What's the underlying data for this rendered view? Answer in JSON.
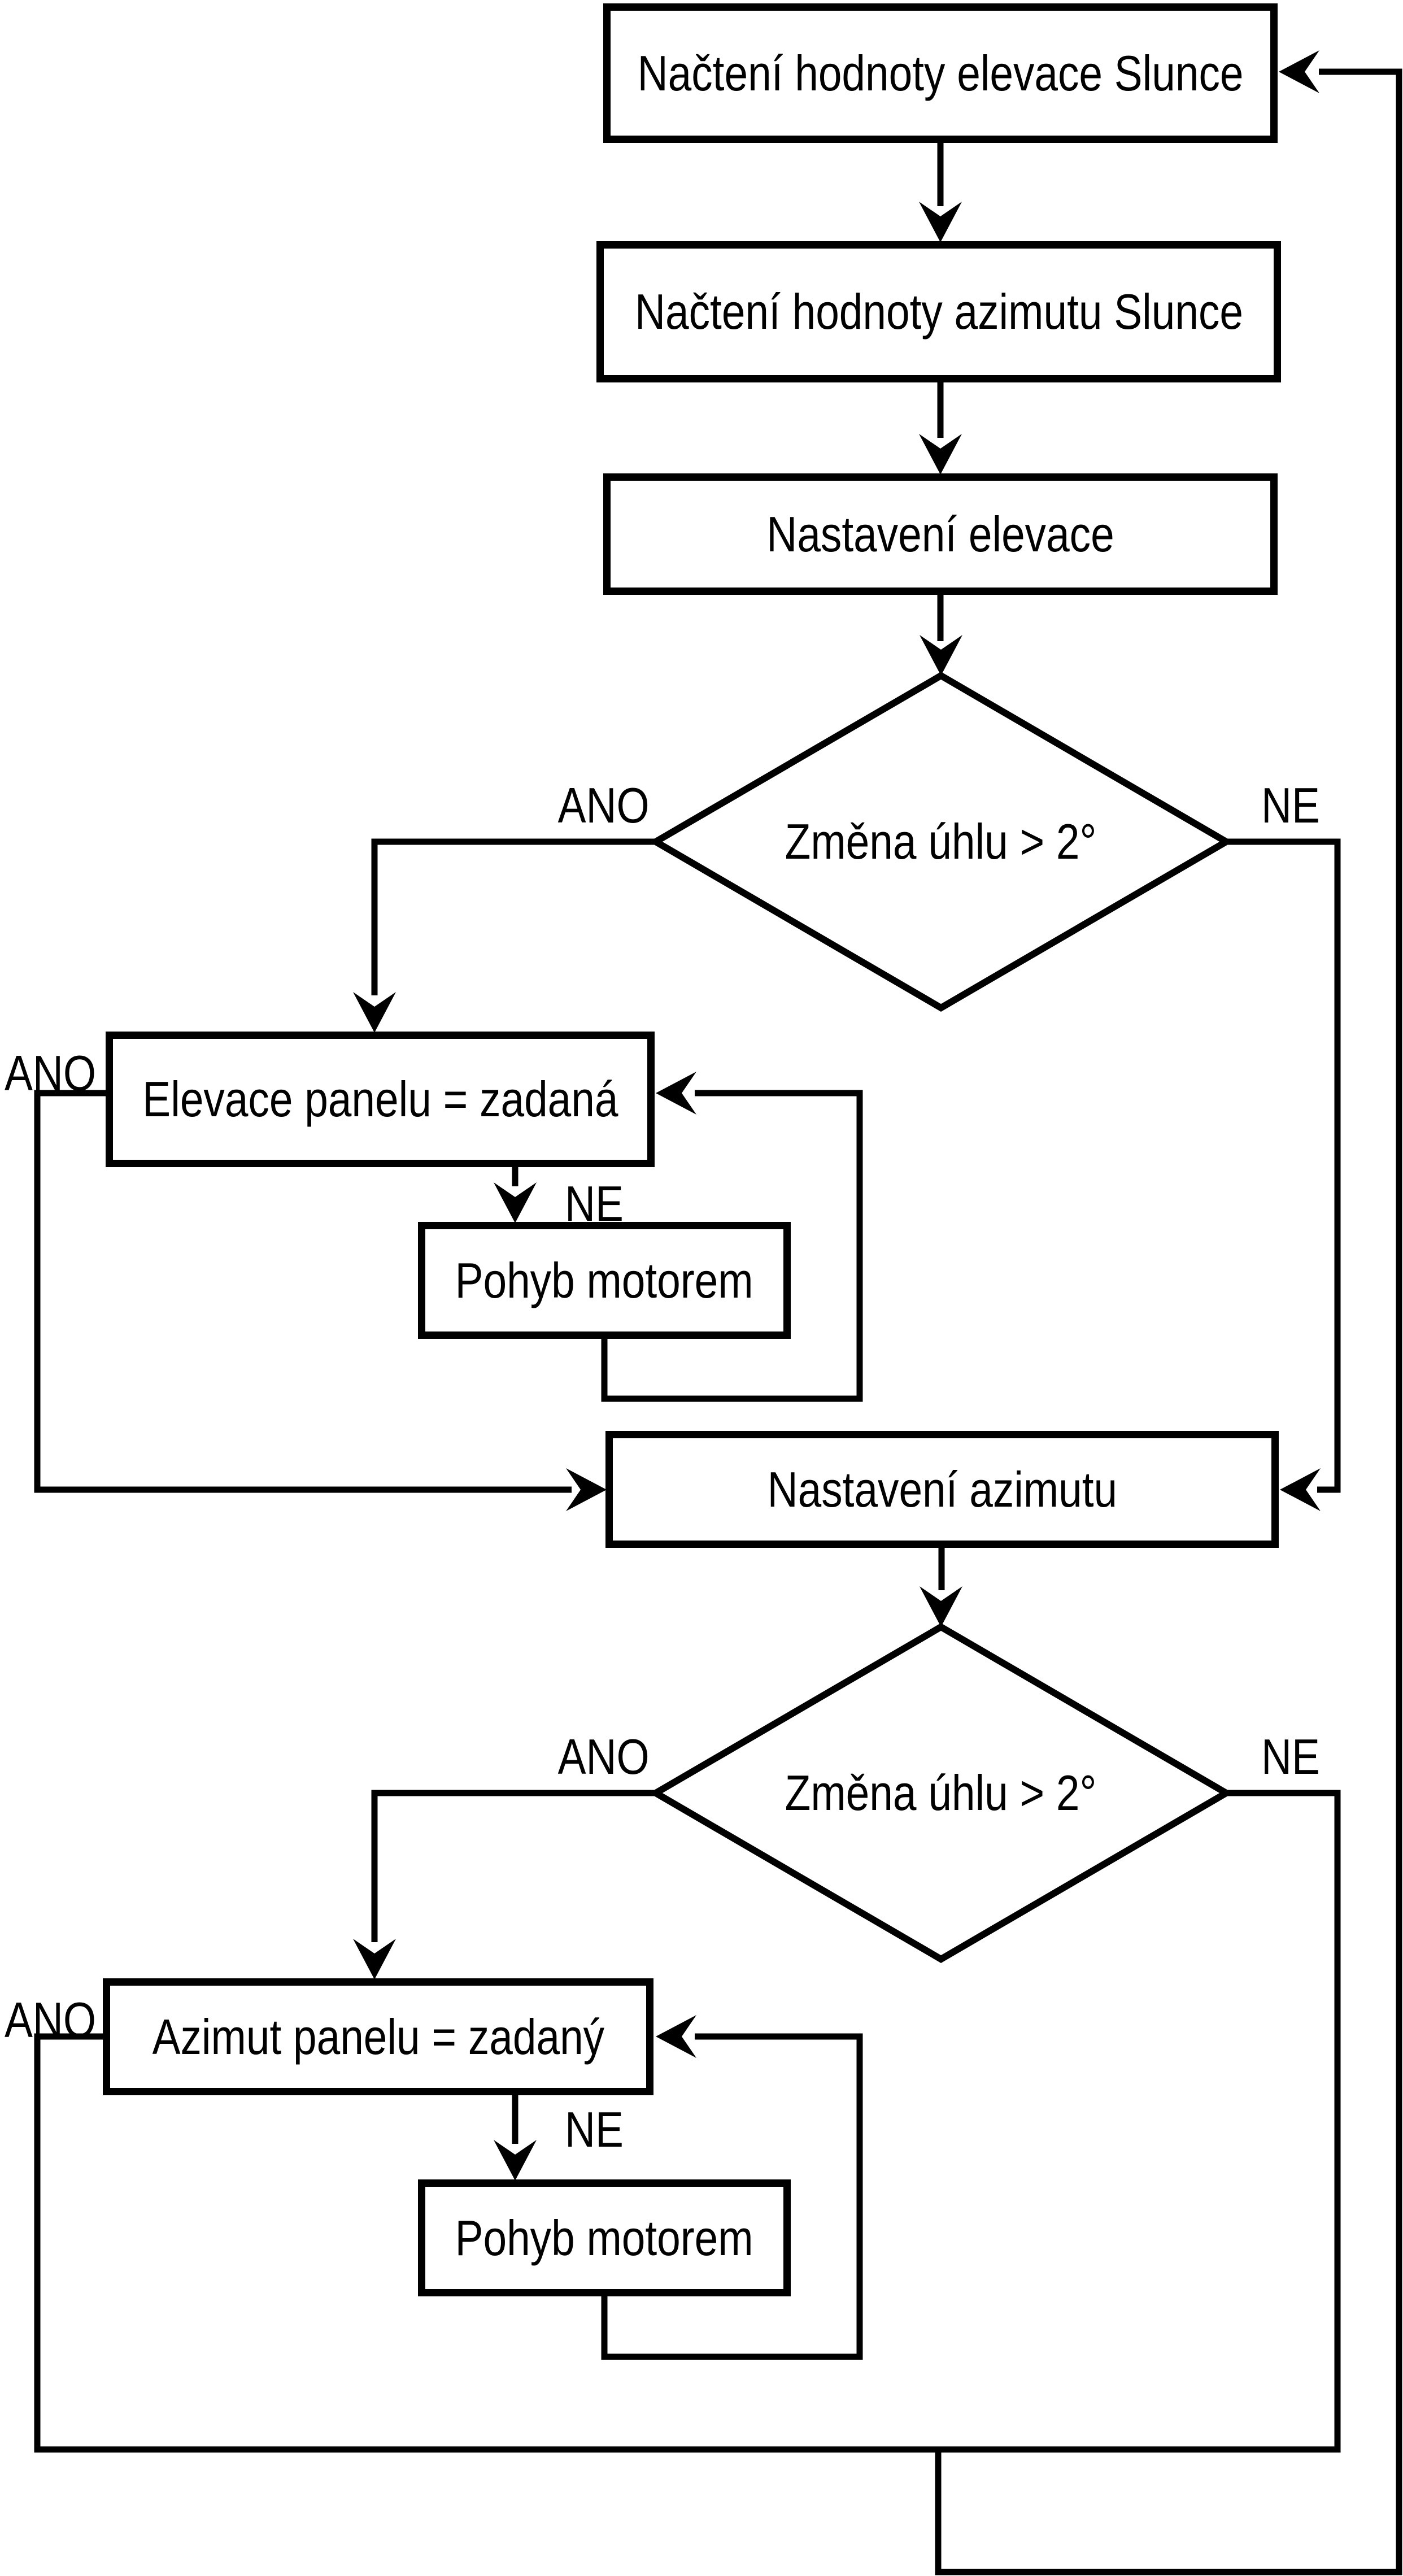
{
  "flowchart": {
    "nodes": {
      "read_elevation": "Načtení hodnoty elevace Slunce",
      "read_azimuth": "Načtení hodnoty azimutu Slunce",
      "set_elevation": "Nastavení elevace",
      "decision_elevation": "Změna úhlu > 2°",
      "elevation_equal": "Elevace panelu = zadaná",
      "motor_move_elevation": "Pohyb motorem",
      "set_azimuth": "Nastavení azimutu",
      "decision_azimuth": "Změna úhlu > 2°",
      "azimuth_equal": "Azimut panelu = zadaný",
      "motor_move_azimuth": "Pohyb motorem"
    },
    "branch_labels": {
      "yes": "ANO",
      "no": "NE"
    },
    "colors": {
      "stroke": "#000000",
      "background": "#ffffff"
    }
  }
}
